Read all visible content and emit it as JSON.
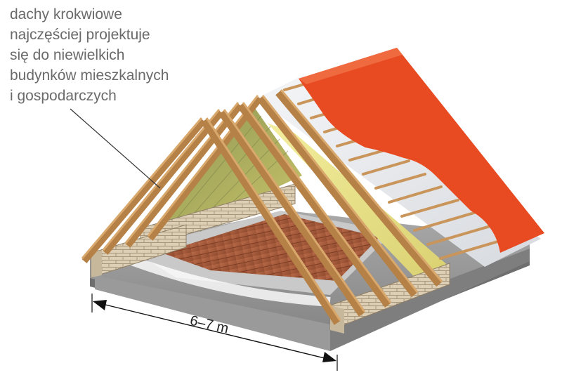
{
  "caption": {
    "lines": [
      "dachy krokwiowe",
      "najczęściej projektuje",
      "się do niewielkich",
      "budynków mieszkalnych",
      "i gospodarczych"
    ]
  },
  "dimension": {
    "label": "6–7 m"
  },
  "colors": {
    "timber": "#c9955a",
    "timber_dark": "#9c6a34",
    "roofing": "#e84a22",
    "insulation": "#e6df8a",
    "membrane": "#e4e6ea",
    "brick": "#d9ccb4",
    "floor": "#8d8d8d",
    "ceiling_boards": "#a85a3a",
    "text": "#6a6a6a"
  }
}
